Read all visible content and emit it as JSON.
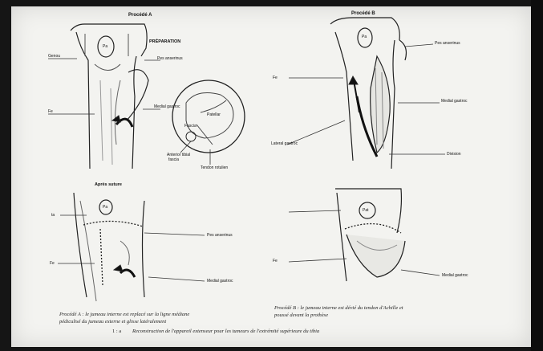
{
  "panel_a": {
    "title": "Procédé A",
    "subtitle": "PRÉPARATION",
    "labels": {
      "genou": "Genou",
      "fe": "Fe",
      "pes": "Pes anserinus",
      "medial": "Medial gastroc",
      "patella": "Pa",
      "fascia": "Fascia",
      "patellar": "Patellar",
      "anterior": "Anterior tibial",
      "fascia2": "fascia",
      "tendon": "Tendon rotulien"
    }
  },
  "panel_b": {
    "title": "Procédé B",
    "labels": {
      "patella": "Pa",
      "pes": "Pes anserinus",
      "fe": "Fe",
      "medial": "Medial gastroc",
      "lateral": "Lateral gastroc",
      "division": "Division"
    }
  },
  "panel_c": {
    "title": "Après suture",
    "labels": {
      "ta": "ta",
      "patella": "Pa",
      "pes": "Pes anserinus",
      "fe": "Fe",
      "medial": "Medial gastroc"
    }
  },
  "panel_d": {
    "labels": {
      "patella": "Pat",
      "fe": "Fe",
      "medial": "Medial gastroc"
    }
  },
  "captions": {
    "left_line1": "Procédé A : le jumeau interne est replacé sur la ligne médiane",
    "left_line2": "pédiculisé du jumeau externe et glisse latéralement",
    "right_line1": "Procédé B : le jumeau interne est dévié du tendon d'Achille et",
    "right_line2": "poussé devant la prothèse",
    "bottom_prefix": "1 : a",
    "bottom": "Reconstruction de l'appareil extenseur pour les tumeurs de l'extrémité supérieure du tibia"
  }
}
